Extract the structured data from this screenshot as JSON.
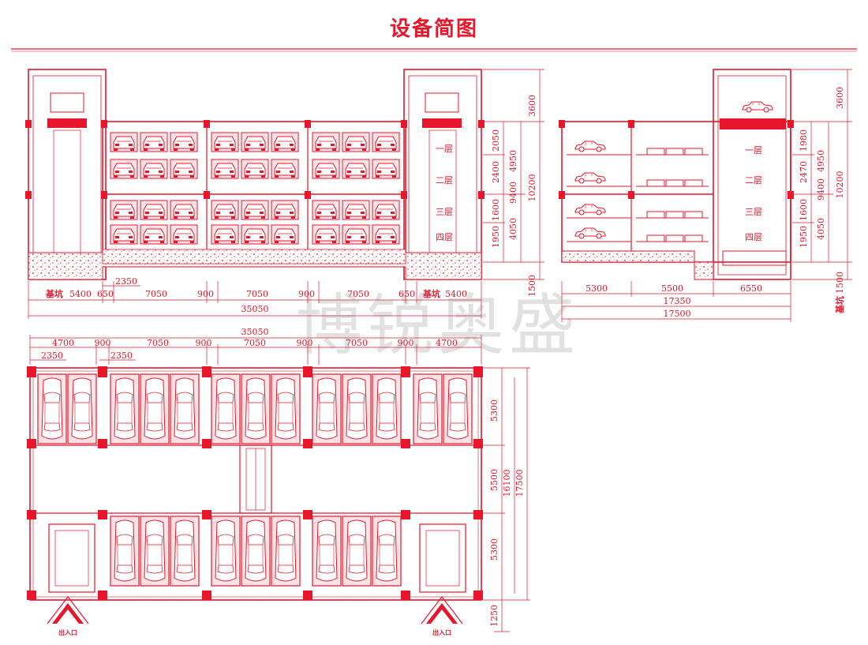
{
  "title": "设备简图",
  "watermark": "博锐奥盛",
  "colors": {
    "line": "#e8162a",
    "fill_light": "#fde3e6",
    "white": "#ffffff"
  },
  "front_view": {
    "pit_label": "基坑",
    "levels": [
      "一层",
      "二层",
      "三层",
      "四层"
    ],
    "dims_bottom": [
      "5400",
      "650",
      "7050",
      "900",
      "7050",
      "900",
      "7050",
      "650",
      "5400"
    ],
    "dim_small": "2350",
    "dim_total": "35050",
    "dims_right_outer": [
      "3600",
      "10200",
      "1500"
    ],
    "dims_right_mid": [
      "4950",
      "9400",
      "4050"
    ],
    "dims_right_inner": [
      "2050",
      "2400",
      "1600",
      "1950"
    ]
  },
  "side_view": {
    "pit_label": "基坑",
    "levels": [
      "一层",
      "二层",
      "三层",
      "四层"
    ],
    "dims_bottom": [
      "5300",
      "5500",
      "6550"
    ],
    "dim_mid_total": "17350",
    "dim_total": "17500",
    "dims_right_outer": [
      "3600",
      "10200",
      "1500"
    ],
    "dims_right_mid": [
      "4950",
      "9400",
      "4050"
    ],
    "dims_right_inner": [
      "1980",
      "2470",
      "1600",
      "1950"
    ]
  },
  "plan_view": {
    "dim_total": "35050",
    "dims_top": [
      "4700",
      "900",
      "7050",
      "900",
      "7050",
      "900",
      "7050",
      "900",
      "4700"
    ],
    "dims_small": [
      "2350",
      "2350"
    ],
    "dims_right": [
      "5300",
      "5500",
      "5300"
    ],
    "dims_right_mid": "16100",
    "dims_right_outer": "17500",
    "dim_bottom": "1250",
    "entrance_label": "出入口"
  }
}
